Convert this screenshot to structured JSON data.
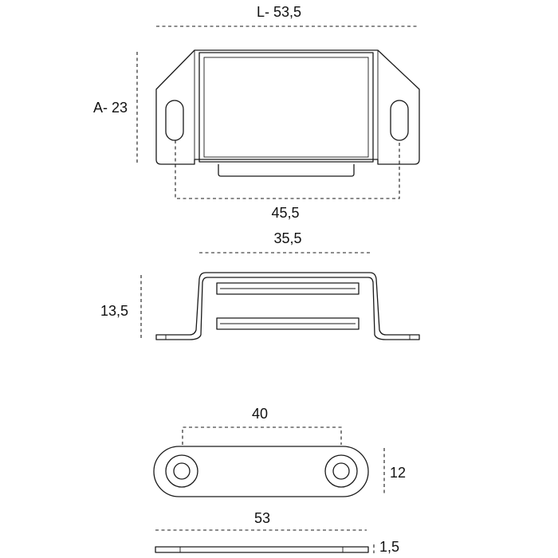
{
  "colors": {
    "line": "#1a1a1a",
    "background": "#ffffff"
  },
  "views": {
    "top": {
      "length_label": "L- 53,5",
      "height_label": "A- 23",
      "hole_span_label": "45,5"
    },
    "side": {
      "width_label": "35,5",
      "height_label": "13,5"
    },
    "plate_top": {
      "hole_span_label": "40",
      "height_label": "12"
    },
    "plate_side": {
      "length_label": "53",
      "thickness_label": "1,5"
    }
  }
}
